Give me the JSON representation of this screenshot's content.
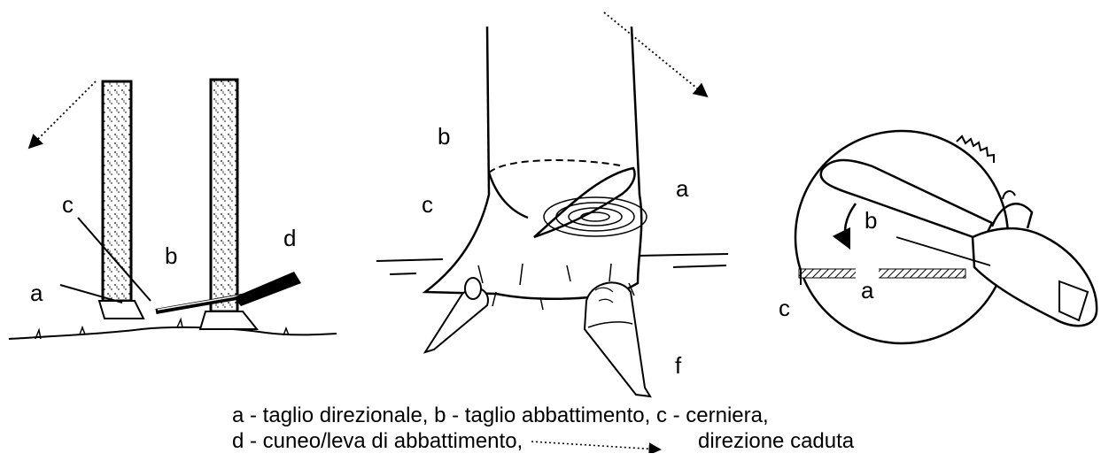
{
  "labels": {
    "fig1": {
      "a": "a",
      "b": "b",
      "c": "c",
      "d": "d"
    },
    "fig2": {
      "a": "a",
      "b": "b",
      "c": "c",
      "f": "f"
    },
    "fig3": {
      "a": "a",
      "b": "b",
      "c": "c"
    }
  },
  "caption": {
    "line1": "a - taglio direzionale, b - taglio abbattimento, c - cerniera,",
    "line2_part1": "d - cuneo/leva di abbattimento,",
    "line2_part2": "direzione caduta"
  }
}
